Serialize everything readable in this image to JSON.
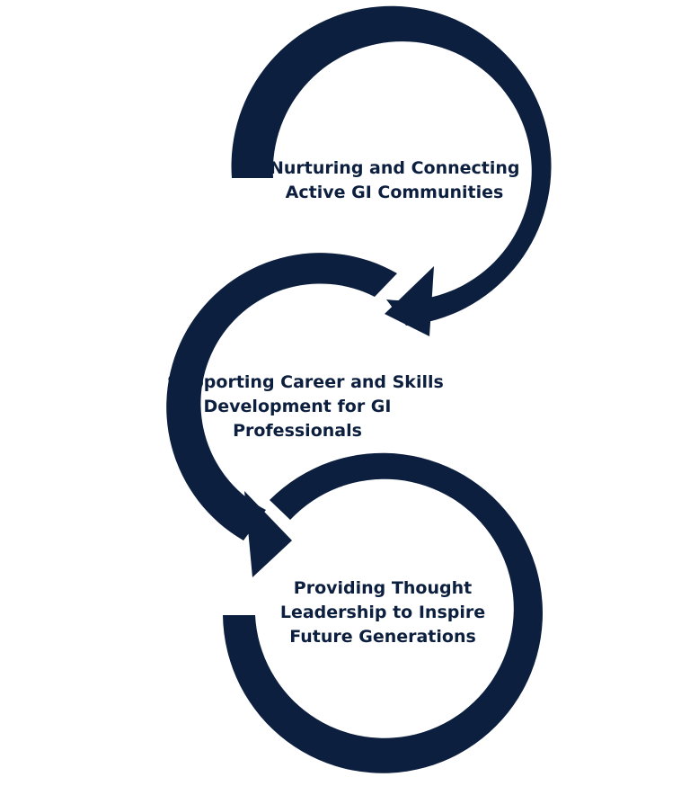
{
  "colors": {
    "background": "#ffffff",
    "arrow": "#0d1f3f",
    "text": "#0d1f3f"
  },
  "steps": [
    {
      "lines": [
        "Nurturing and Connecting",
        "Active GI Communities"
      ]
    },
    {
      "lines": [
        "Supporting Career and Skills",
        "Development for GI",
        "Professionals"
      ]
    },
    {
      "lines": [
        "Providing Thought",
        "Leadership to Inspire",
        "Future Generations"
      ]
    }
  ]
}
